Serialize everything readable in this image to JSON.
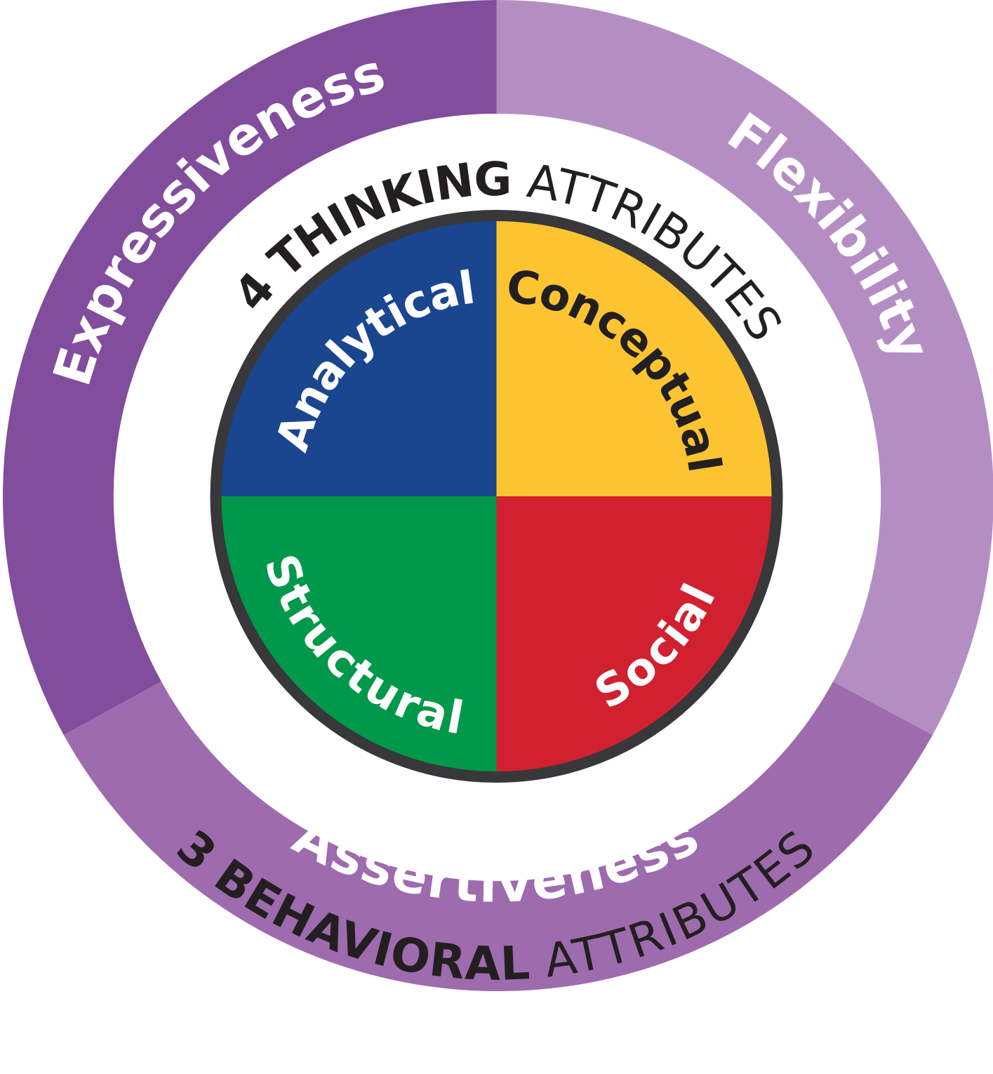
{
  "behavioral": {
    "title_number": "3",
    "title_bold": "BEHAVIORAL",
    "title_light": "ATTRIBUTES",
    "segments": [
      {
        "label": "Expressiveness",
        "color": "#824d9c"
      },
      {
        "label": "Flexibility",
        "color": "#b48ec3"
      },
      {
        "label": "Assertiveness",
        "color": "#9e6bae"
      }
    ]
  },
  "thinking": {
    "title_number": "4",
    "title_bold": "THINKING",
    "title_light": "ATTRIBUTES",
    "quadrants": [
      {
        "label": "Analytical",
        "color": "#1a468f",
        "text_color": "#ffffff"
      },
      {
        "label": "Conceptual",
        "color": "#fdc431",
        "text_color": "#231f20"
      },
      {
        "label": "Social",
        "color": "#d1202f",
        "text_color": "#ffffff"
      },
      {
        "label": "Structural",
        "color": "#00984a",
        "text_color": "#ffffff"
      }
    ],
    "border_color": "#38383a"
  }
}
